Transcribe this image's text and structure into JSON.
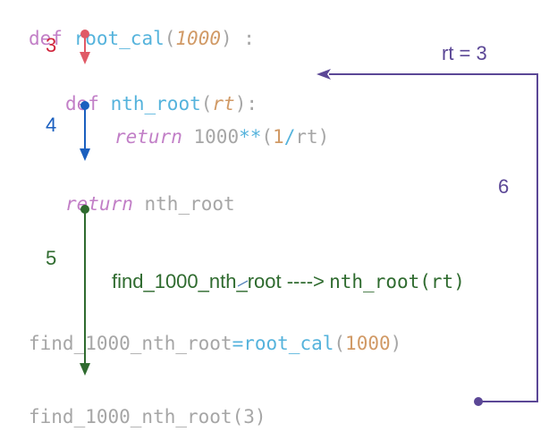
{
  "line1": {
    "kw": "def",
    "fn": "root_cal",
    "open": "(",
    "arg": "1000",
    "close": ") :"
  },
  "line2": {
    "kw": "def",
    "fn": "nth_root",
    "open": "(",
    "arg": "rt",
    "close": "):"
  },
  "line3": {
    "kw": "return",
    "a": "1000",
    "op": "**",
    "open": "(",
    "one": "1",
    "slash": "/",
    "rt": "rt",
    "close": ")"
  },
  "line4": {
    "kw": "return",
    "value": "nth_root"
  },
  "line5": {
    "name": "find_1000_nth_root",
    "eq": "=",
    "fn": "root_cal",
    "open": "(",
    "arg": "1000",
    "close": ")"
  },
  "line6": {
    "text": "find_1000_nth_root(3)"
  },
  "steps": {
    "s3": "3",
    "s4": "4",
    "s5": "5",
    "s6": "6"
  },
  "annotations": {
    "rt_label": "rt = 3",
    "mapping_left": "find_1000_nth_root ---->",
    "mapping_right": "nth_root(rt)"
  },
  "colors": {
    "step3": "#e05a66",
    "step4": "#1a5fbf",
    "step5": "#2f6b2f",
    "step6": "#5b4796",
    "keyword": "#c27fc7",
    "function": "#55b3dc",
    "number": "#d19a66",
    "punctuation": "#a6a6a6"
  }
}
